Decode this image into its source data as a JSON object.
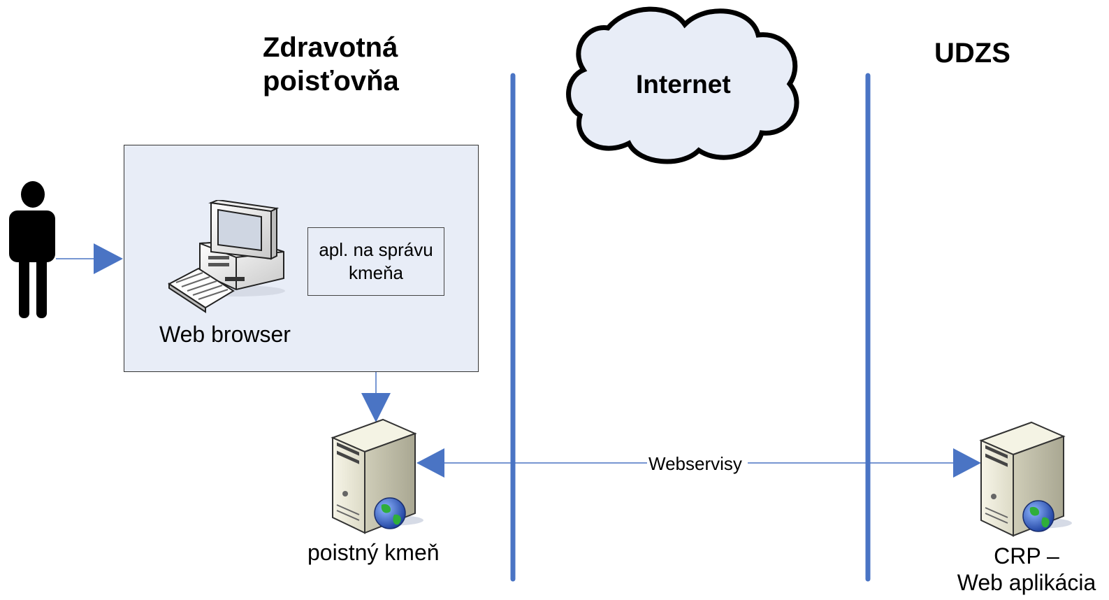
{
  "zones": {
    "left_title_line1": "Zdravotná",
    "left_title_line2": "poisťovňa",
    "cloud_label": "Internet",
    "right_title": "UDZS"
  },
  "nodes": {
    "web_browser_label": "Web browser",
    "app_line1": "apl. na správu",
    "app_line2": "kmeňa",
    "server_left_label": "poistný kmeň",
    "server_right_line1": "CRP –",
    "server_right_line2": "Web aplikácia"
  },
  "connections": {
    "webservices_label": "Webservisy"
  },
  "colors": {
    "accent_blue": "#4a74c4",
    "box_fill": "#e8edf7",
    "cloud_fill": "#e8edf7"
  }
}
